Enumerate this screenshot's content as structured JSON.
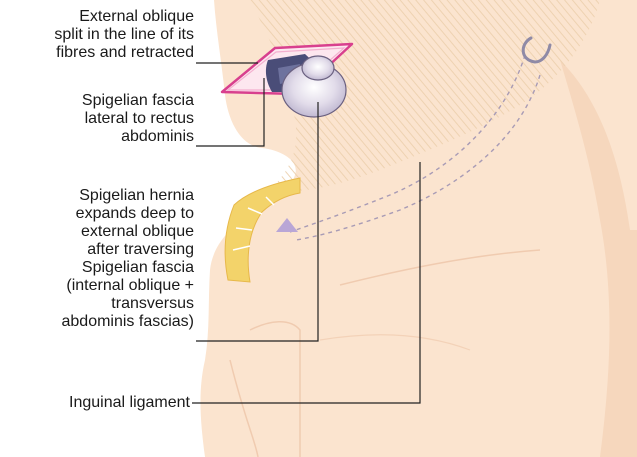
{
  "labels": {
    "external_oblique": [
      "External oblique",
      "split in the line of its",
      "fibres and retracted"
    ],
    "spigelian_fascia": [
      "Spigelian fascia",
      "lateral to rectus",
      "abdominis"
    ],
    "spigelian_hernia": [
      "Spigelian hernia",
      "expands deep to",
      "external oblique",
      "after traversing",
      "Spigelian fascia",
      "(internal oblique +",
      "transversus",
      "abdominis fascias)"
    ],
    "inguinal_ligament": [
      "Inguinal ligament"
    ]
  },
  "colors": {
    "skin": "#fbe4cf",
    "skin_shadow": "#f3ceb0",
    "hatching": "#e8c9a6",
    "window_outline": "#d8408e",
    "muscle_dark": "#4a4d78",
    "hernia_sac": "#d9d2e4",
    "cord": "#f3d36a",
    "triangle_marker": "#b9a6d6",
    "leader_line": "#222222"
  }
}
